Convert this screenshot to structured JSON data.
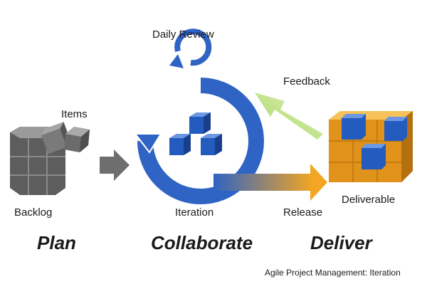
{
  "labels": {
    "daily_review": "Daily Review",
    "feedback": "Feedback",
    "items": "Items",
    "backlog": "Backlog",
    "iteration": "Iteration",
    "release": "Release",
    "deliverable": "Deliverable"
  },
  "phases": {
    "plan": "Plan",
    "collaborate": "Collaborate",
    "deliver": "Deliver"
  },
  "caption": "Agile Project Management: Iteration",
  "colors": {
    "blue": "#2f63c4",
    "gray": "#6e6e6e",
    "orange": "#f3a623",
    "green": "#a8d86a"
  }
}
